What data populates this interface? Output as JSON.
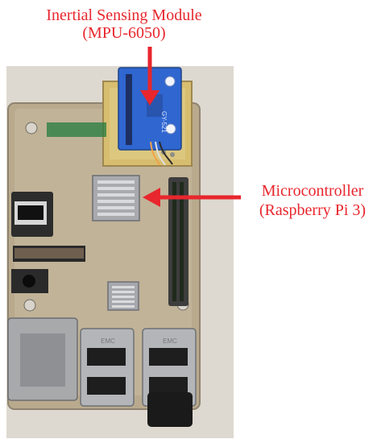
{
  "annotations": {
    "sensor_label_line1": "Inertial Sensing Module",
    "sensor_label_line2": "(MPU-6050)",
    "controller_label_line1": "Microcontroller",
    "controller_label_line2": "(Raspberry Pi 3)"
  },
  "board_markings": {
    "module_model": "GY-521",
    "usb_brand_left": "EMC",
    "usb_brand_right": "EMC"
  },
  "colors": {
    "label_red": "#e8262d",
    "sensor_blue": "#2f66d0",
    "pcb_green": "#1f5e2c",
    "case_wood": "#b9aa8e",
    "perfboard": "#d7bd6f"
  }
}
